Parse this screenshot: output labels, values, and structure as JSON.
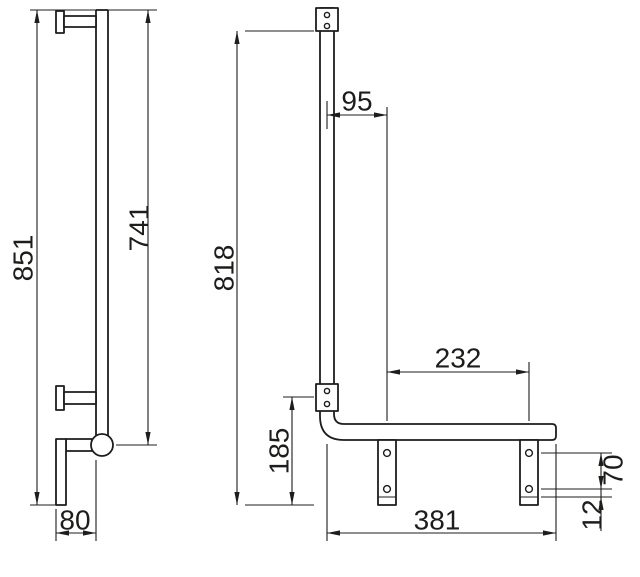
{
  "colors": {
    "background": "#ffffff",
    "ink": "#1d1d1b"
  },
  "drawing": {
    "side_view": {
      "overall_height": "851",
      "upper_height": "741",
      "wall_offset": "80"
    },
    "front_view": {
      "overall_height": "818",
      "rail_to_support": "95",
      "support_spacing": "232",
      "lower_section": "185",
      "bar_length": "381",
      "support_height": "70",
      "plate_offset": "12"
    }
  }
}
